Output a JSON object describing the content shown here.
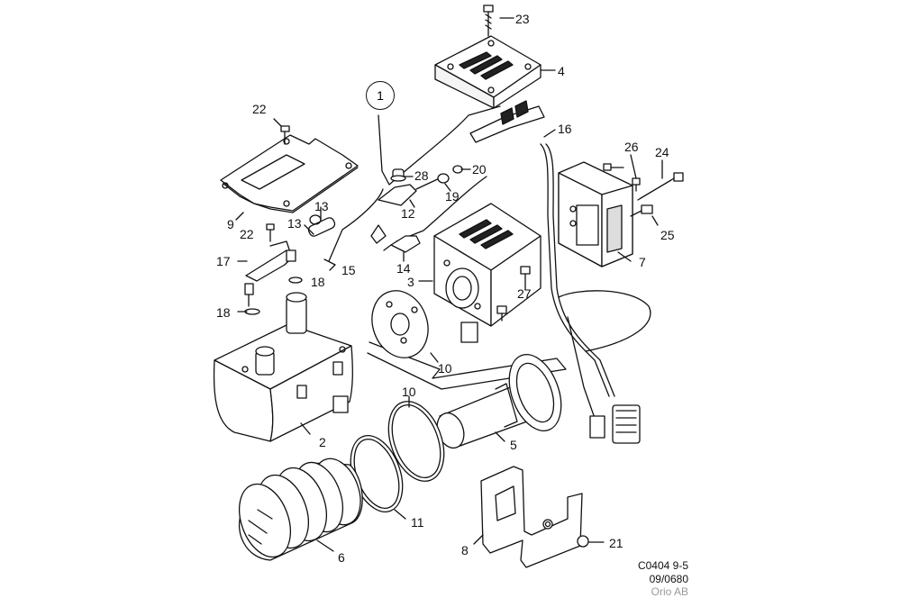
{
  "callouts": {
    "c1": "1",
    "c2": "2",
    "c3": "3",
    "c4": "4",
    "c5": "5",
    "c6": "6",
    "c7": "7",
    "c8": "8",
    "c9": "9",
    "c10a": "10",
    "c10b": "10",
    "c11": "11",
    "c12": "12",
    "c13a": "13",
    "c13b": "13",
    "c14": "14",
    "c15": "15",
    "c16": "16",
    "c17": "17",
    "c18a": "18",
    "c18b": "18",
    "c19": "19",
    "c20": "20",
    "c21": "21",
    "c22a": "22",
    "c22b": "22",
    "c23": "23",
    "c24": "24",
    "c25": "25",
    "c26": "26",
    "c27": "27",
    "c28": "28"
  },
  "footer": {
    "line1": "C0404 9-5",
    "line2": "09/0680",
    "line3": "Orio AB"
  }
}
